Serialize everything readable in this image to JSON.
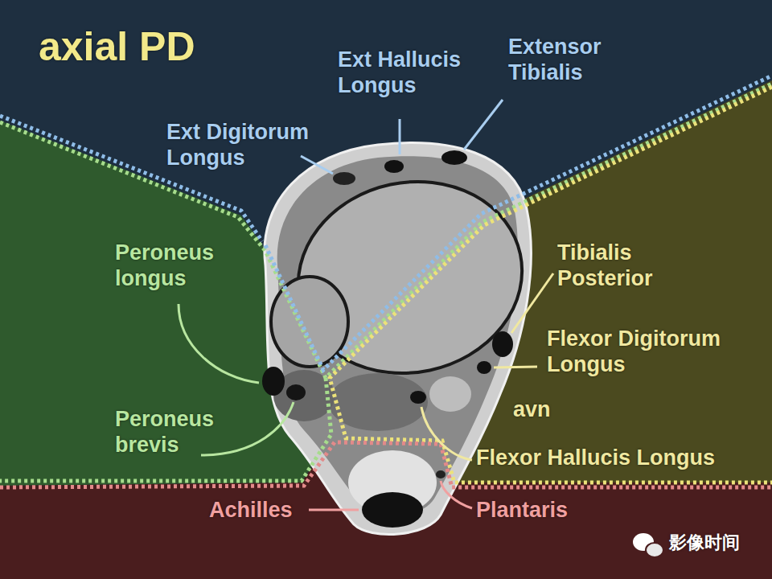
{
  "diagram": {
    "title": "axial PD",
    "labels": [
      "Ext Hallucis Longus",
      "Extensor Tibialis",
      "Ext Digitorum Longus",
      "Peroneus longus",
      "Tibialis Posterior",
      "Flexor Digitorum Longus",
      "avn",
      "Peroneus brevis",
      "Flexor Hallucis Longus",
      "Achilles",
      "Plantaris",
      "影像时间"
    ]
  }
}
